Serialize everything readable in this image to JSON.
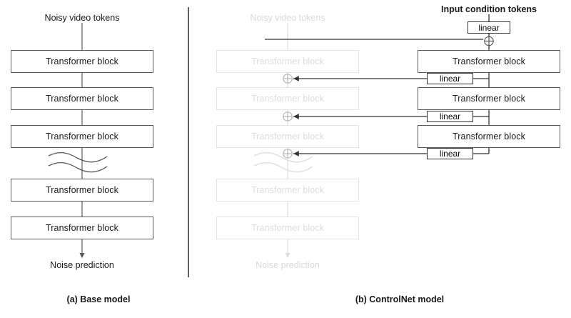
{
  "figure": {
    "panels": [
      {
        "id": "base-model",
        "caption": "(a) Base model",
        "input_label": "Noisy video tokens",
        "output_label": "Noise prediction",
        "blocks": [
          {
            "label": "Transformer block"
          },
          {
            "label": "Transformer block"
          },
          {
            "label": "Transformer block"
          },
          {
            "label": "Transformer block"
          },
          {
            "label": "Transformer block"
          }
        ],
        "ellipsis_glyph": "wavy-break"
      },
      {
        "id": "controlnet-model",
        "caption": "(b) ControlNet model",
        "input_label": "Noisy video tokens",
        "output_label": "Noise prediction",
        "condition_label": "Input condition tokens",
        "base_blocks": [
          {
            "label": "Transformer block"
          },
          {
            "label": "Transformer block"
          },
          {
            "label": "Transformer block"
          },
          {
            "label": "Transformer block"
          },
          {
            "label": "Transformer block"
          }
        ],
        "control_blocks": [
          {
            "label": "Transformer block"
          },
          {
            "label": "Transformer block"
          },
          {
            "label": "Transformer block"
          }
        ],
        "linear_layers": [
          {
            "label": "linear"
          },
          {
            "label": "linear"
          },
          {
            "label": "linear"
          },
          {
            "label": "linear"
          }
        ],
        "adders": [
          {
            "symbol": "plus-circle"
          },
          {
            "symbol": "plus-circle"
          },
          {
            "symbol": "plus-circle"
          },
          {
            "symbol": "plus-circle"
          }
        ],
        "ellipsis_glyph": "wavy-break"
      }
    ],
    "colors": {
      "active_stroke": "#595959",
      "ghost_stroke": "#e3e3e3",
      "linear_stroke": "#333333",
      "text": "#1a1a1a",
      "ghost_text": "#d9d9d9",
      "divider": "#4d4d4d",
      "background": "#ffffff"
    }
  }
}
